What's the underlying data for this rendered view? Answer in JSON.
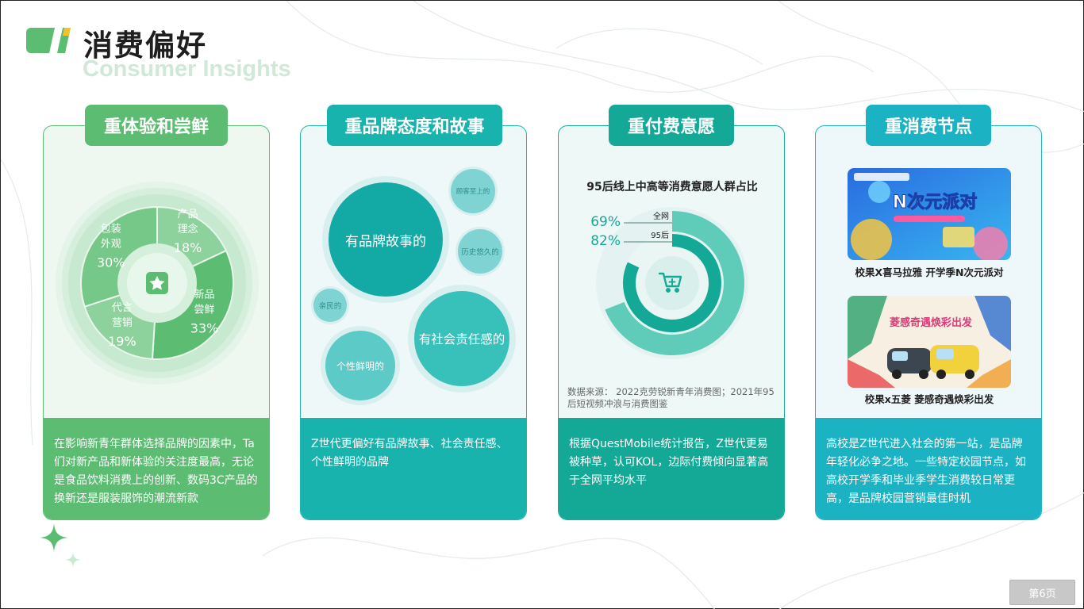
{
  "header": {
    "title": "消费偏好",
    "subtitle": "Consumer Insights"
  },
  "cards": [
    {
      "tab": "重体验和尝鲜",
      "pie": [
        {
          "label_line1": "产品",
          "label_line2": "理念",
          "value": "18%"
        },
        {
          "label_line1": "新品",
          "label_line2": "尝鲜",
          "value": "33%"
        },
        {
          "label_line1": "代言",
          "label_line2": "营销",
          "value": "19%"
        },
        {
          "label_line1": "包装",
          "label_line2": "外观",
          "value": "30%"
        }
      ],
      "center_icon": "star-badge-icon",
      "text": "在影响新青年群体选择品牌的因素中，Ta们对新产品和新体验的关注度最高，无论是食品饮料消费上的创新、数码3C产品的换新还是服装服饰的潮流新款"
    },
    {
      "tab": "重品牌态度和故事",
      "bubbles": [
        "有品牌故事的",
        "顾客至上的",
        "历史悠久的",
        "亲民的",
        "有社会责任感的",
        "个性鲜明的"
      ],
      "text": "Z世代更偏好有品牌故事、社会责任感、个性鲜明的品牌"
    },
    {
      "tab": "重付费意愿",
      "chart_title": "95后线上中高等消费意愿人群占比",
      "center_icon": "cart-plus-icon",
      "source": "数据来源： 2022克劳锐新青年消费图；2021年95后短视频冲浪与消费图鉴",
      "text": "根据QuestMobile统计报告，Z世代更易被种草，认可KOL，边际付费倾向显著高于全网平均水平"
    },
    {
      "tab": "重消费节点",
      "captions": [
        "校果X喜马拉雅  开学季N次元派对",
        "校果x五菱  菱感奇遇焕彩出发"
      ],
      "poster1_text": "N次元派对",
      "poster2_text": "菱感奇遇焕彩出发",
      "text": "高校是Z世代进入社会的第一站，是品牌年轻化必争之地。一些特定校园节点，如高校开学季和毕业季学生消费较日常更高，是品牌校园营销最佳时机"
    }
  ],
  "chart_data": {
    "type": "pie",
    "title": "95后线上中高等消费意愿人群占比",
    "series": [
      {
        "name": "全网",
        "value_label": "69%",
        "value": 69
      },
      {
        "name": "95后",
        "value_label": "82%",
        "value": 82
      }
    ]
  },
  "page": {
    "number_label": "第6页"
  },
  "colors": {
    "green": "#5cbd72",
    "teal": "#18b3ad",
    "deep_teal": "#14a996",
    "cyan": "#1bb3c4"
  }
}
